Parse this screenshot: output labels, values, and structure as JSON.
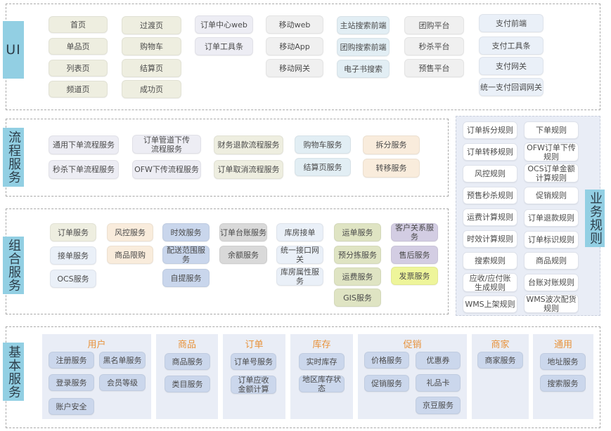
{
  "layers": {
    "ui": {
      "label": "UI",
      "columns": [
        [
          "首页",
          "单品页",
          "列表页",
          "频道页"
        ],
        [
          "过渡页",
          "购物车",
          "结算页",
          "成功页"
        ],
        [
          "订单中心web",
          "订单工具条"
        ],
        [
          "移动web",
          "移动App",
          "移动网关"
        ],
        [
          "主站搜索前端",
          "团购搜索前端",
          "电子书搜索"
        ],
        [
          "团购平台",
          "秒杀平台",
          "预售平台"
        ],
        [
          "支付前端",
          "支付工具条",
          "支付网关",
          "统一支付回调网关"
        ]
      ]
    },
    "process": {
      "label": "流程服务",
      "columns": [
        [
          "通用下单流程服务",
          "秒杀下单流程服务"
        ],
        [
          "订单管道下传\n流程服务",
          "OFW下传流程服务"
        ],
        [
          "财务退款流程服务",
          "订单取消流程服务"
        ],
        [
          "购物车服务",
          "结算页服务"
        ],
        [
          "拆分服务",
          "转移服务"
        ]
      ]
    },
    "composite": {
      "label": "组合服务",
      "columns": [
        [
          "订单服务",
          "接单服务",
          "OCS服务"
        ],
        [
          "风控服务",
          "商品限购"
        ],
        [
          "时效服务",
          "配送范围服务",
          "自提服务"
        ],
        [
          "订单台账服务",
          "余额服务"
        ],
        [
          "库房接单",
          "统一接口网关",
          "库房属性服务"
        ],
        [
          "运单服务",
          "预分拣服务",
          "运费服务",
          "GIS服务"
        ],
        [
          "客户关系服务",
          "售后服务",
          "发票服务"
        ]
      ]
    },
    "basic": {
      "label": "基本服务",
      "groups": [
        {
          "title": "用户",
          "items": [
            "注册服务",
            "黑名单服务",
            "登录服务",
            "会员等级",
            "账户安全"
          ]
        },
        {
          "title": "商品",
          "items": [
            "商品服务",
            "类目服务"
          ]
        },
        {
          "title": "订单",
          "items": [
            "订单号服务",
            "订单应收\n金额计算"
          ]
        },
        {
          "title": "库存",
          "items": [
            "实时库存",
            "地区库存状态"
          ]
        },
        {
          "title": "促销",
          "items": [
            "价格服务",
            "优惠券",
            "促销服务",
            "礼品卡",
            "京豆服务"
          ]
        },
        {
          "title": "商家",
          "items": [
            "商家服务"
          ]
        },
        {
          "title": "通用",
          "items": [
            "地址服务",
            "搜索服务"
          ]
        }
      ]
    },
    "rules": {
      "label": "业务规则",
      "items": [
        "订单拆分规则",
        "下单规则",
        "订单转移规则",
        "OFW订单下传\n规则",
        "风控规则",
        "OCS订单金额\n计算规则",
        "预售秒杀规则",
        "促销规则",
        "运费计算规则",
        "订单退款规则",
        "时效计算规则",
        "订单标识规则",
        "搜索规则",
        "商品规则",
        "应收/应付账\n生成规则",
        "台账对账规则",
        "WMS上架规则",
        "WMS波次配货\n规则"
      ]
    }
  },
  "colors": {
    "layer_label": "#92cfe3",
    "group_title": "#e8923a",
    "frame_border": "#a9a9a9"
  }
}
